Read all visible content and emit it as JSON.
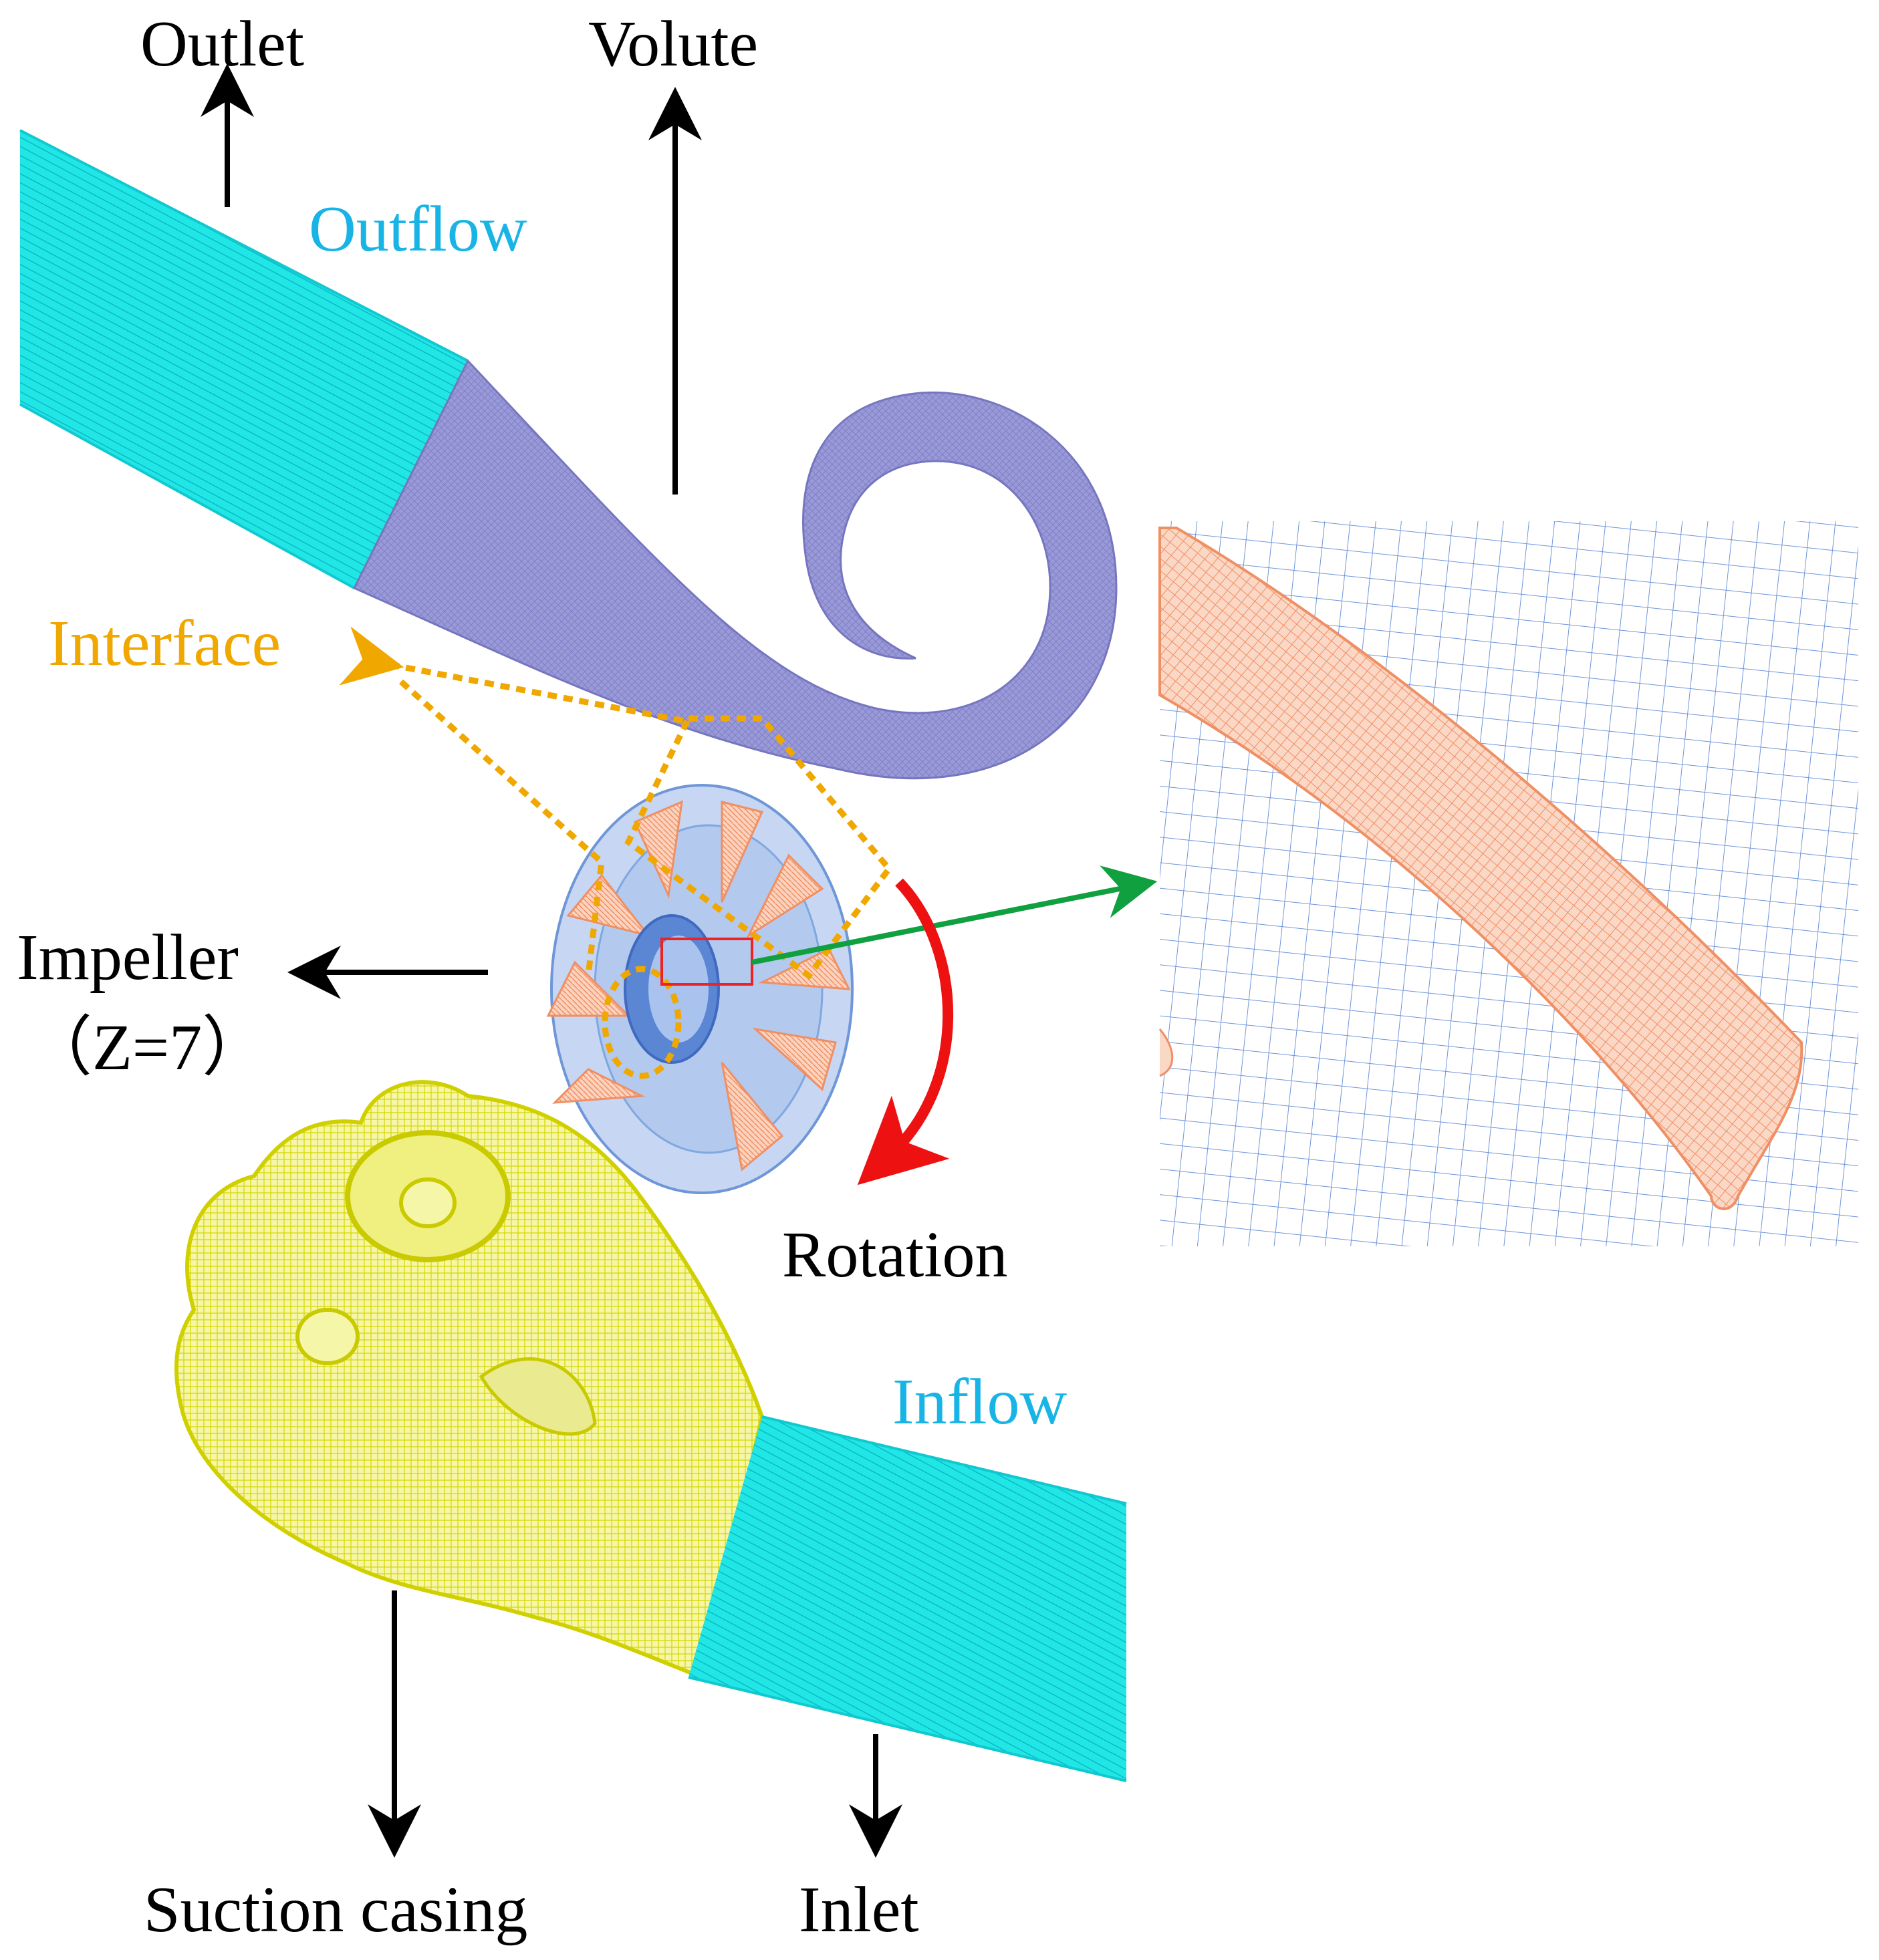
{
  "labels": {
    "outlet": "Outlet",
    "volute": "Volute",
    "outflow": "Outflow",
    "interface": "Interface",
    "impeller": "Impeller",
    "impeller_blades": "（Z=7）",
    "rotation": "Rotation",
    "inflow": "Inflow",
    "suction_casing": "Suction casing",
    "inlet": "Inlet"
  },
  "colors": {
    "text": "#000000",
    "flow_label": "#19b4e6",
    "interface": "#f0a800",
    "pipe_mesh": "#00e5e5",
    "volute_mesh": "#8f8fd6",
    "impeller_hub": "#7fa7e0",
    "impeller_blade": "#f7a883",
    "suction_mesh": "#e0e000",
    "rotation_arrow": "#ee1111",
    "zoom_arrow": "#10a040",
    "zoom_grid": "#5b86d8",
    "zoom_box": "#ee2222"
  }
}
